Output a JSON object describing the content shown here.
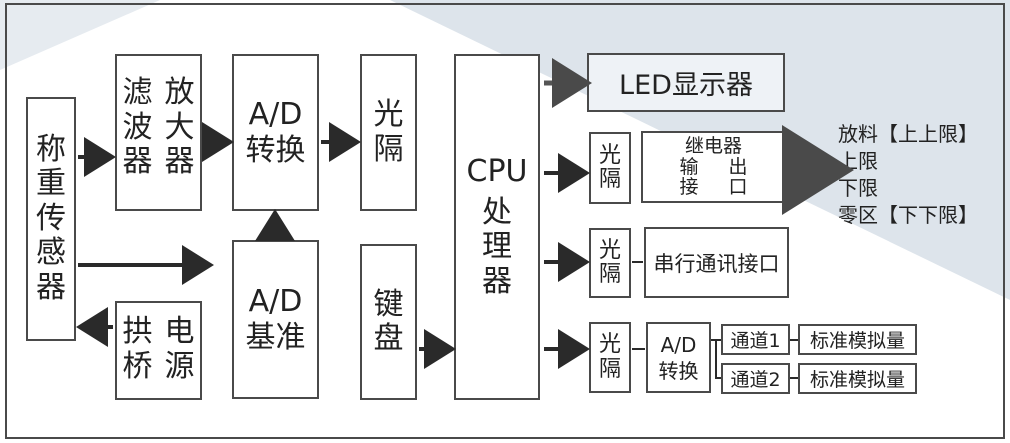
{
  "blocks": {
    "sensor": [
      "称",
      "重",
      "传",
      "感",
      "器"
    ],
    "filter": [
      "滤",
      "波",
      "器"
    ],
    "amplifier": [
      "放",
      "大",
      "器"
    ],
    "ad1": [
      "A/D",
      "转换"
    ],
    "optical1": [
      "光",
      "隔"
    ],
    "bridge": [
      "拱",
      "桥"
    ],
    "power": [
      "电",
      "源"
    ],
    "adref": [
      "A/D",
      "基准"
    ],
    "keyboard": [
      "键",
      "盘"
    ],
    "cpu": [
      "CPU",
      "处",
      "理",
      "器"
    ],
    "led": "LED显示器",
    "optical2": [
      "光",
      "隔"
    ],
    "relay": {
      "line1": "继电器",
      "line2a": "输",
      "line2b": "出",
      "line3a": "接",
      "line3b": "口"
    },
    "optical3": [
      "光",
      "隔"
    ],
    "serial": "串行通讯接口",
    "optical4": [
      "光",
      "隔"
    ],
    "ad2": [
      "A/D",
      "转换"
    ],
    "channel1": "通道1",
    "channel2": "通道2",
    "analog1": "标准模拟量",
    "analog2": "标准模拟量"
  },
  "limits": [
    "放料【上上限】",
    "上限",
    "下限",
    "零区【下下限】"
  ],
  "colors": {
    "border": "#4a4a4a",
    "arrow": "#2a2a2a",
    "bg_band": "#dde5ec"
  }
}
